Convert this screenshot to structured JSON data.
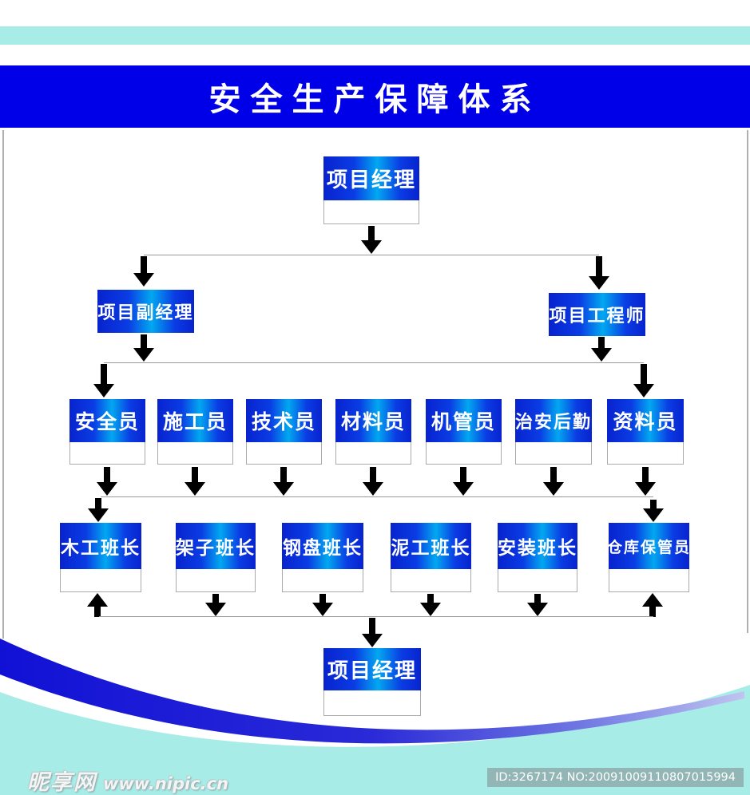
{
  "page": {
    "title": "安全生产保障体系"
  },
  "org_chart": {
    "top_manager": "项目经理",
    "deputy_manager": "项目副经理",
    "engineer": "项目工程师",
    "level3": [
      "安全员",
      "施工员",
      "技术员",
      "材料员",
      "机管员",
      "治安后勤",
      "资料员"
    ],
    "level4": [
      "木工班长",
      "架子班长",
      "钢盘班长",
      "泥工班长",
      "安装班长",
      "仓库保管员"
    ],
    "bottom_manager": "项目经理"
  },
  "watermark": {
    "site_name": "昵享网",
    "site_url": "www.nipic.cn",
    "id_label": "ID:3267174 NO:20091009110807015994"
  },
  "colors": {
    "banner_blue": "#0000e8",
    "box_blue_dark": "#0823ce",
    "box_blue_light": "#02a8f0",
    "stripe_cyan": "#a8ece8",
    "swoosh_blue": "#1111d6",
    "swoosh_fade": "#c0c4f0",
    "arrow_black": "#000000",
    "line_gray": "#9a9a9a"
  }
}
